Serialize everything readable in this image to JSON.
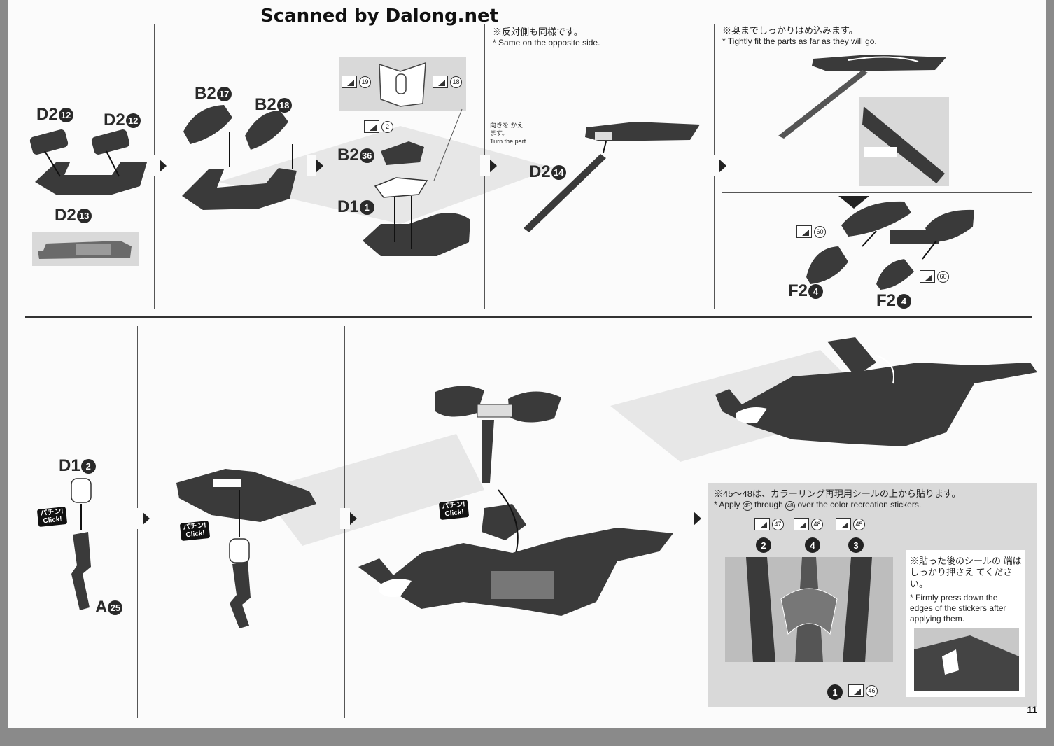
{
  "watermark": "Scanned by Dalong.net",
  "page_number": "11",
  "top_row": {
    "step1": {
      "labels": [
        {
          "part": "D2",
          "num": "12"
        },
        {
          "part": "D2",
          "num": "12"
        },
        {
          "part": "D2",
          "num": "13"
        }
      ]
    },
    "step2": {
      "labels": [
        {
          "part": "B2",
          "num": "17"
        },
        {
          "part": "B2",
          "num": "18"
        }
      ]
    },
    "step3": {
      "stickers": [
        "19",
        "18",
        "2"
      ],
      "labels": [
        {
          "part": "B2",
          "num": "36"
        },
        {
          "part": "D1",
          "num": "1"
        }
      ]
    },
    "step4": {
      "note_jp": "※反対側も同様です。",
      "note_en": "* Same on the opposite side.",
      "turn_jp": "向きを かえます。",
      "turn_en": "Turn the part.",
      "label": {
        "part": "D2",
        "num": "14"
      }
    },
    "step5": {
      "note_jp": "※奥までしっかりはめ込みます。",
      "note_en": "* Tightly fit the parts as far as they will go.",
      "stickers": [
        "60",
        "60"
      ],
      "labels": [
        {
          "part": "F2",
          "num": "4"
        },
        {
          "part": "F2",
          "num": "4"
        }
      ]
    }
  },
  "bottom_row": {
    "step6": {
      "label_top": {
        "part": "D1",
        "num": "2"
      },
      "label_bottom": {
        "part": "A",
        "num": "25"
      },
      "click_jp": "パチン!",
      "click_en": "Click!"
    },
    "step7": {
      "click_jp": "パチン!",
      "click_en": "Click!"
    },
    "step8": {
      "click_jp": "パチン!",
      "click_en": "Click!"
    },
    "step9": {
      "note_jp": "※45〜48は、カラーリング再現用シールの上から貼ります。",
      "note_en_pre": "* Apply",
      "note_en_a": "45",
      "note_en_mid": "through",
      "note_en_b": "48",
      "note_en_post": "over the color recreation stickers.",
      "stickers": [
        "47",
        "48",
        "45",
        "46"
      ],
      "positions": [
        "2",
        "4",
        "3",
        "1"
      ],
      "press_jp": "※貼った後のシールの 端はしっかり押さえ てください。",
      "press_en": "* Firmly press down the edges of the stickers after applying them."
    }
  },
  "colors": {
    "part_dark": "#3a3a3a",
    "part_mid": "#5c5c5c",
    "panel_grey": "#d9d9d9",
    "frame_grey": "#8a8a8a"
  }
}
